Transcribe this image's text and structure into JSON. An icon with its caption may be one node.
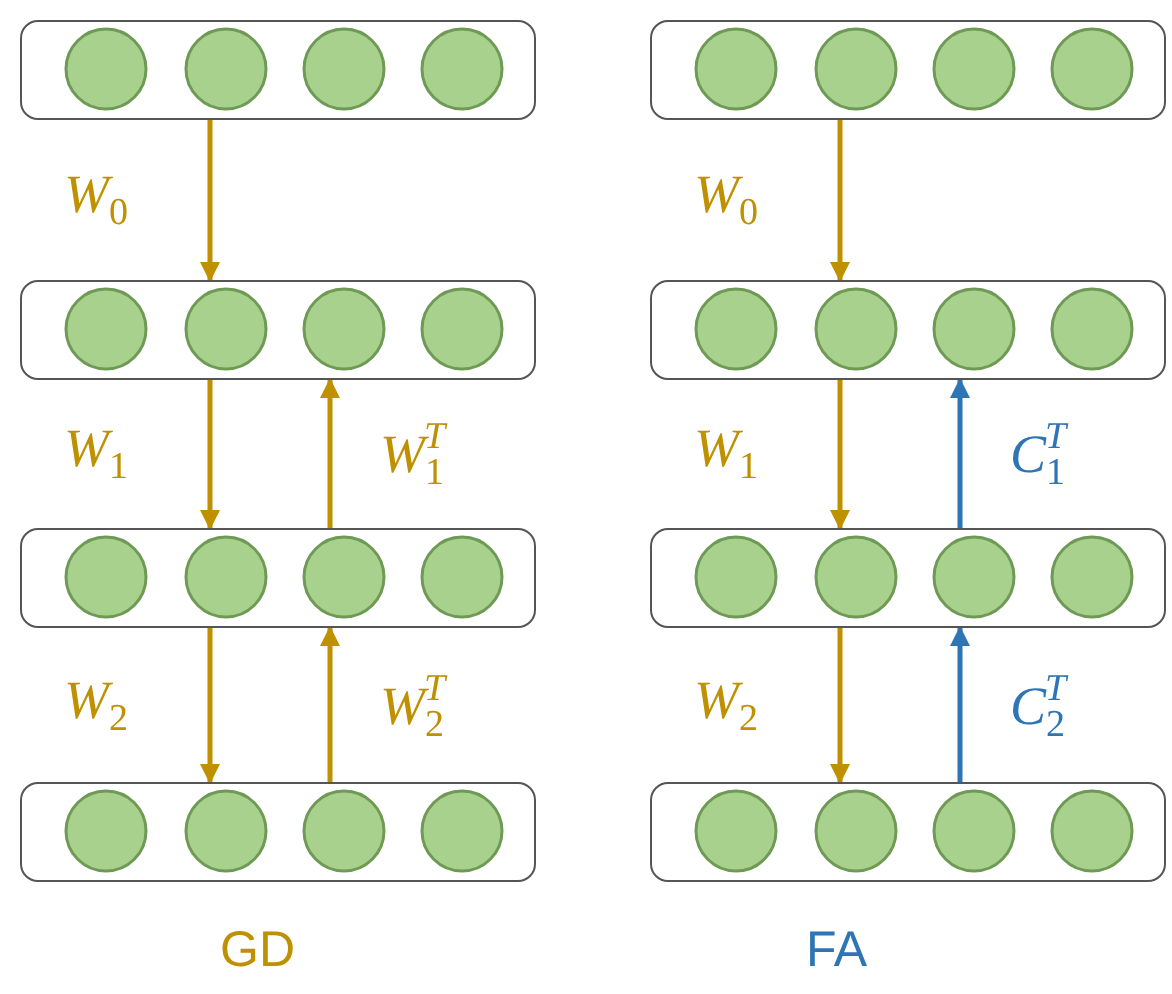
{
  "diagram": {
    "nodes": [
      {
        "text": [],
        "shape": "box"
      },
      {
        "text": [],
        "shape": "box"
      },
      {
        "text": [],
        "shape": "box"
      },
      {
        "text": [],
        "shape": "box"
      },
      {
        "text": [],
        "shape": "box"
      },
      {
        "text": [],
        "shape": "box"
      },
      {
        "text": [],
        "shape": "box"
      },
      {
        "text": [],
        "shape": "box"
      }
    ],
    "edges": [
      {
        "from": 0,
        "to": 1,
        "arrow": "to",
        "label": "*W*$_{0}$"
      },
      {
        "from": 1,
        "to": 2,
        "arrow": "to",
        "label": "*W*$_{1}$"
      },
      {
        "from": 2,
        "to": 1,
        "arrow": "to",
        "label": "*W*$_{1}$$^{T}$"
      },
      {
        "from": 2,
        "to": 3,
        "arrow": "to",
        "label": "*W*$_{2}$"
      },
      {
        "from": 3,
        "to": 2,
        "arrow": "to",
        "label": "*W*$_{2}$$^{T}$"
      },
      {
        "from": 4,
        "to": 5,
        "arrow": "to",
        "label": "*W*$_{0}$"
      },
      {
        "from": 5,
        "to": 6,
        "arrow": "to",
        "label": "*W*$_{1}$"
      },
      {
        "from": 6,
        "to": 5,
        "arrow": "to",
        "label": "*C*$_{1}$$^{T}$",
        "color": "#2e75b6"
      },
      {
        "from": 6,
        "to": 7,
        "arrow": "to",
        "label": "*W*$_{2}$"
      },
      {
        "from": 7,
        "to": 6,
        "arrow": "to",
        "label": "*C*$_{2}$$^{T}$",
        "color": "#2e75b6"
      }
    ],
    "labels": [
      "GD",
      "FA"
    ]
  }
}
